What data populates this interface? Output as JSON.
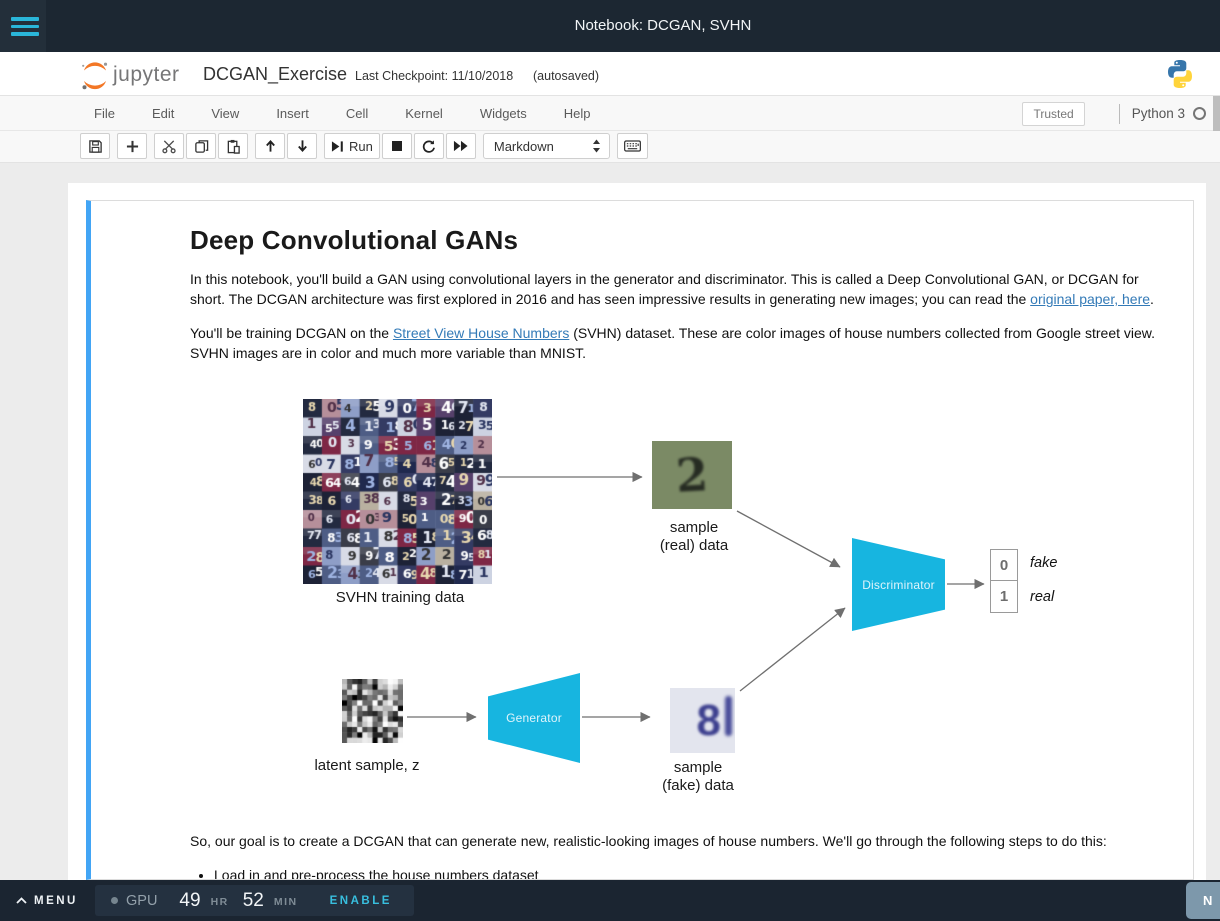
{
  "top_bar": {
    "title": "Notebook: DCGAN, SVHN"
  },
  "header": {
    "logo_text": "jupyter",
    "notebook_name": "DCGAN_Exercise",
    "checkpoint": "Last Checkpoint: 11/10/2018",
    "autosaved": "(autosaved)"
  },
  "menu": {
    "items": [
      "File",
      "Edit",
      "View",
      "Insert",
      "Cell",
      "Kernel",
      "Widgets",
      "Help"
    ],
    "trusted": "Trusted",
    "kernel_name": "Python 3"
  },
  "toolbar": {
    "run_label": "Run",
    "cell_type": "Markdown"
  },
  "notebook": {
    "heading": "Deep Convolutional GANs",
    "para1": [
      {
        "t": "In this notebook, you'll build a GAN using convolutional layers in the generator and discriminator. This is called a Deep Convolutional GAN, or DCGAN for"
      },
      {
        "br": true
      },
      {
        "t": "short. The DCGAN architecture was first explored in 2016 and has seen impressive results in generating new images; you can read the "
      },
      {
        "t": "original paper, here",
        "link": true
      },
      {
        "t": "."
      }
    ],
    "para2": [
      {
        "t": "You'll be training DCGAN on the "
      },
      {
        "t": "Street View House Numbers",
        "link": true
      },
      {
        "t": " (SVHN) dataset. These are color images of house numbers collected from Google street view."
      },
      {
        "br": true
      },
      {
        "t": "SVHN images are in color and much more variable than MNIST."
      }
    ],
    "para3": "So, our goal is to create a DCGAN that can generate new, realistic-looking images of house numbers. We'll go through the following steps to do this:",
    "bullets": [
      "Load in and pre-process the house numbers dataset"
    ]
  },
  "diagram": {
    "svhn_label": "SVHN training data",
    "real_label_line1": "sample",
    "real_label_line2": "(real) data",
    "latent_label": "latent sample, z",
    "fake_label_line1": "sample",
    "fake_label_line2": "(fake) data",
    "generator_label": "Generator",
    "discriminator_label": "Discriminator",
    "output_top": "0",
    "output_bottom": "1",
    "fake_text": "fake",
    "real_text": "real",
    "real_digit": "2",
    "fake_digit": "8"
  },
  "footer": {
    "menu_label": "MENU",
    "gpu_label": "GPU",
    "hours": "49",
    "hours_unit": "HR",
    "minutes": "52",
    "minutes_unit": "MIN",
    "enable_label": "ENABLE",
    "next_label": "N"
  },
  "colors": {
    "top_bar_bg": "#1c2732",
    "accent_cyan": "#2ab6d9",
    "diagram_cyan": "#17b5e0",
    "link_blue": "#337ab7",
    "enable_cyan": "#38bfdf",
    "selected_cell_blue": "#42a5f5",
    "next_button_bg": "#7d98ab",
    "jupyter_orange": "#f37726"
  }
}
